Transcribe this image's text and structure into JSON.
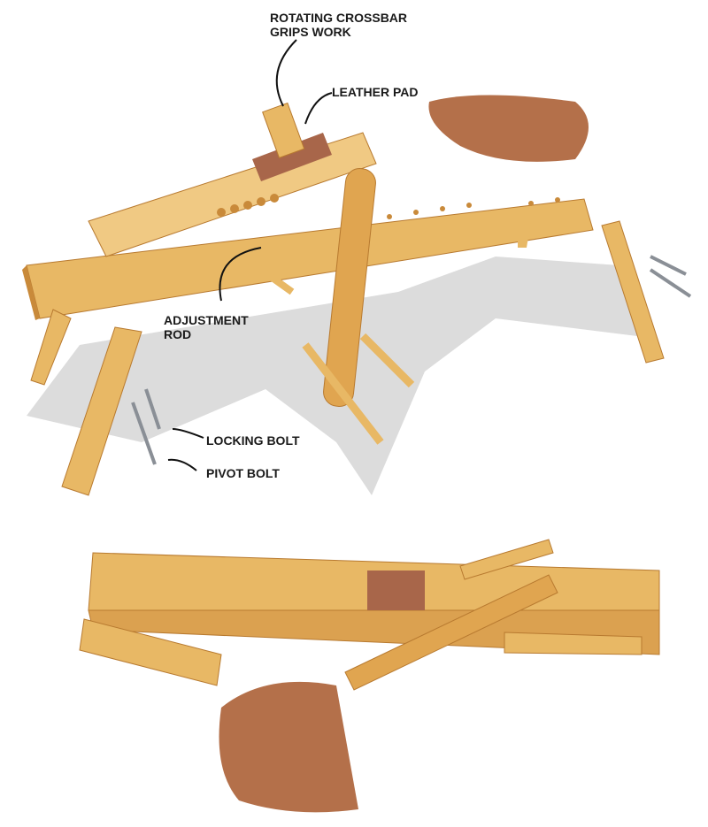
{
  "labels": {
    "crossbar": "ROTATING CROSSBAR\nGRIPS WORK",
    "leather_pad": "LEATHER PAD",
    "adjustment_rod": "ADJUSTMENT\nROD",
    "locking_bolt": "LOCKING BOLT",
    "pivot_bolt": "PIVOT BOLT"
  },
  "colors": {
    "wood": "#e8b865",
    "wood_dark": "#c98a3a",
    "leather": "#a8664a",
    "seat": "#b4704a",
    "shadow": "#d6d6d6"
  }
}
